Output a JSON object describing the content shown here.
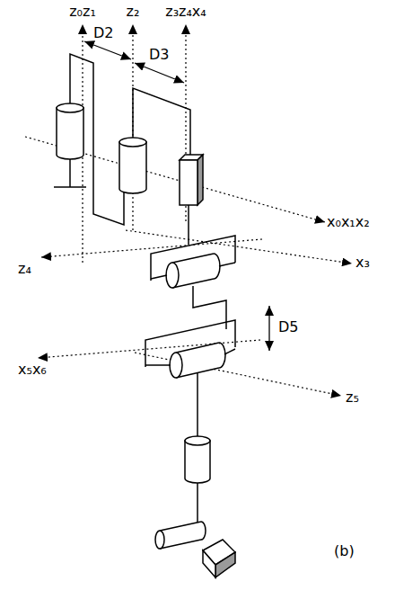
{
  "diagram": {
    "labels": [
      "z₀z₁",
      "z₂",
      "z₃z₄x₄",
      "D2",
      "D3",
      "x₀x₁x₂",
      "z₄",
      "x₃",
      "D5",
      "x₅x₆",
      "z₅",
      "(b)"
    ]
  }
}
